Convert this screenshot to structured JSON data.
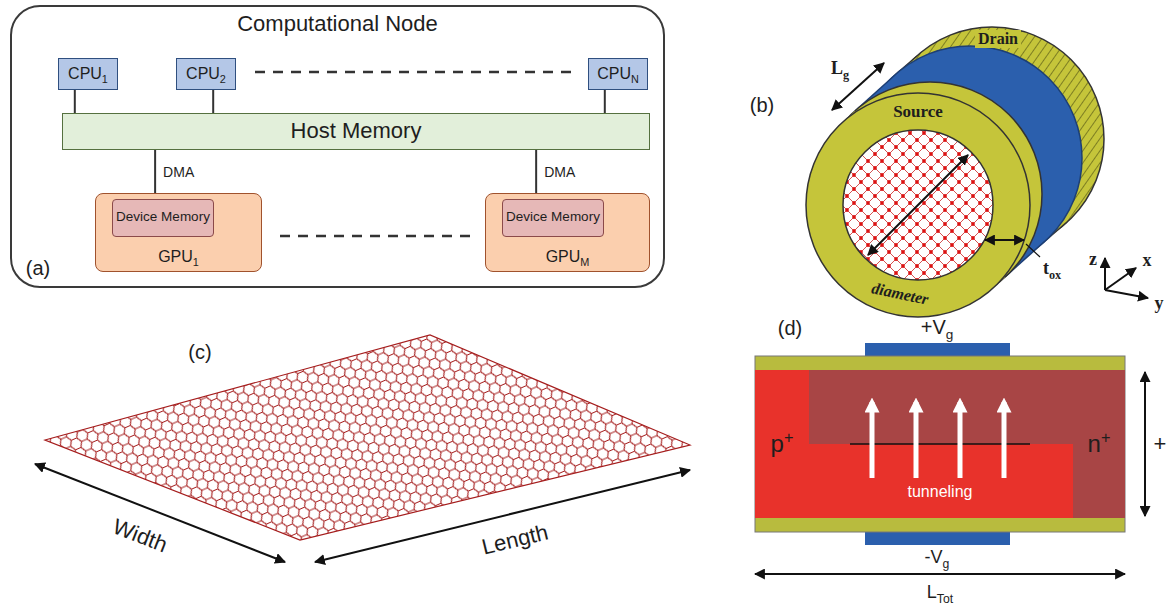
{
  "diagram": {
    "nodes": [
      {
        "text": [
          "Computational Node"
        ]
      },
      {
        "text": [
          "CPU1"
        ],
        "in": 0
      },
      {
        "text": [
          "CPU2"
        ],
        "in": 0
      },
      {
        "text": [
          "CPUN"
        ],
        "in": 0
      },
      {
        "text": [
          "Host Memory"
        ],
        "in": 0
      },
      {
        "text": [
          "GPU1"
        ],
        "in": 0
      },
      {
        "text": [
          "Device Memory"
        ],
        "in": 5
      },
      {
        "text": [
          "GPUM"
        ],
        "in": 0
      },
      {
        "text": [
          "Device Memory"
        ],
        "in": 7
      },
      {
        "text": [
          "p+"
        ]
      },
      {
        "text": [
          "n+"
        ]
      }
    ],
    "edges": [
      {
        "from": 1,
        "to": 4,
        "arrow": "none"
      },
      {
        "from": 2,
        "to": 4,
        "arrow": "none"
      },
      {
        "from": 3,
        "to": 4,
        "arrow": "none"
      },
      {
        "from": 4,
        "to": 5,
        "label": "DMA",
        "arrow": "none"
      },
      {
        "from": 4,
        "to": 7,
        "label": "DMA",
        "arrow": "none"
      }
    ],
    "labels": [
      "(a)",
      "Lg",
      "Drain",
      "Source",
      "(b)",
      "tox",
      "diameter",
      "z",
      "x",
      "y",
      "(c)",
      "Width",
      "Length",
      "(d)",
      "+Vg",
      "tunneling",
      "+",
      "-Vg",
      "LTot"
    ]
  }
}
